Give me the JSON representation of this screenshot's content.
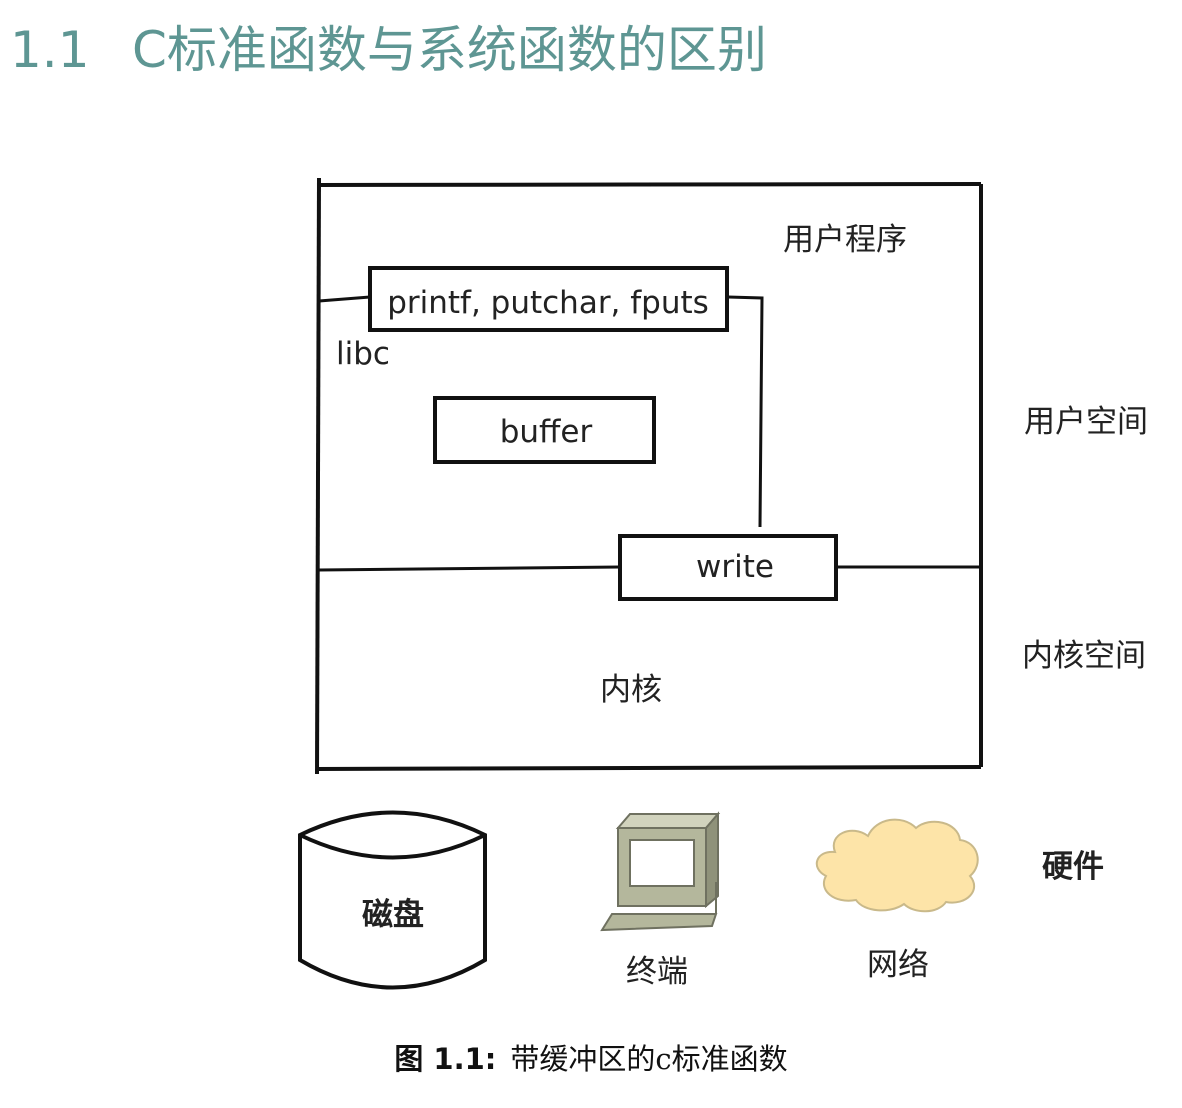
{
  "section": {
    "number": "1.1",
    "title": "C标准函数与系统函数的区别"
  },
  "diagram": {
    "user_program_label": "用户程序",
    "libc_functions_label": "printf, putchar, fputs",
    "libc_label": "libc",
    "buffer_label": "buffer",
    "write_label": "write",
    "kernel_label": "内核",
    "user_space_label": "用户空间",
    "kernel_space_label": "内核空间",
    "hardware_label": "硬件",
    "disk_label": "磁盘",
    "terminal_label": "终端",
    "network_label": "网络"
  },
  "caption": {
    "label": "图 1.1:",
    "text": "带缓冲区的c标准函数"
  },
  "colors": {
    "heading": "#5e9693",
    "cloud_fill": "#fde4a8",
    "cloud_stroke": "#c9b98a",
    "terminal_body": "#b4b79c",
    "terminal_dark": "#6f7160"
  }
}
